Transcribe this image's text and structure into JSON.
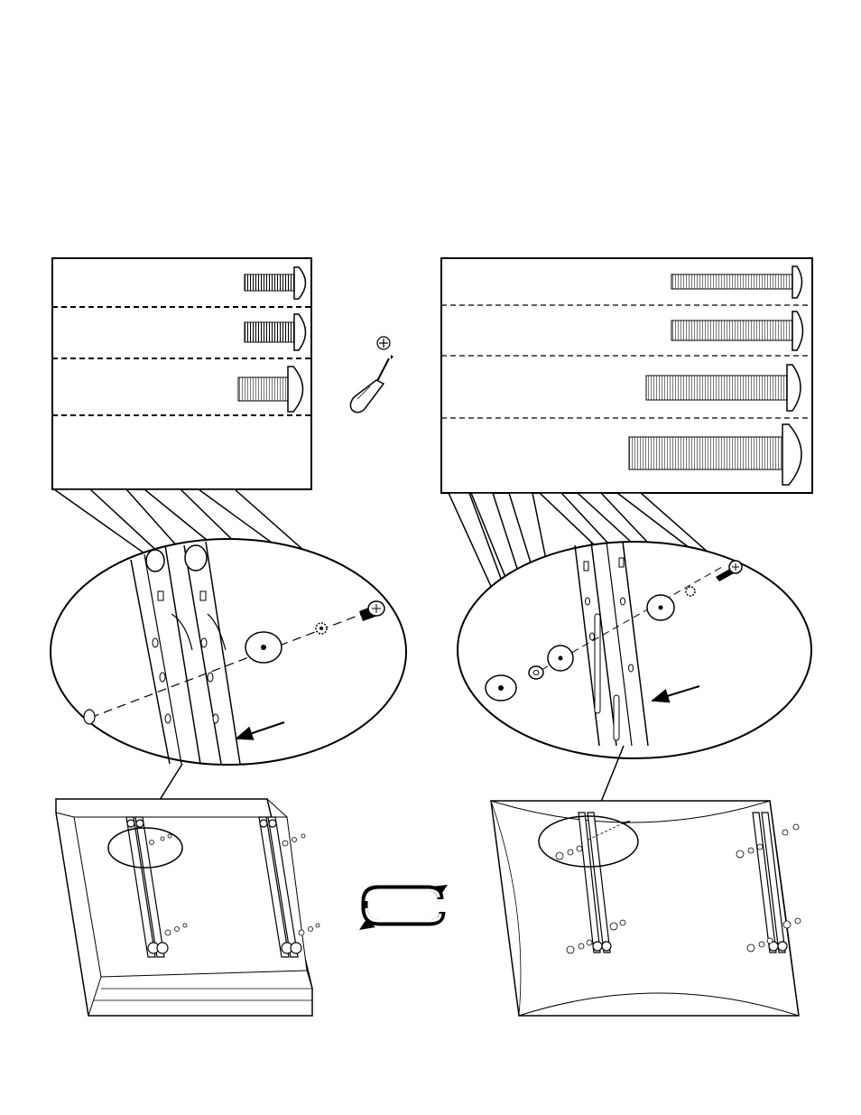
{
  "figure": {
    "kind": "assembly-diagram",
    "colors": {
      "line": "#000000",
      "fill": "#ffffff",
      "shade": "#e6e6e6"
    },
    "left_panel": {
      "hardware_rows": [
        {
          "item": "screw-small"
        },
        {
          "item": "screw-medium"
        },
        {
          "item": "screw-large"
        },
        {
          "item": "empty-row"
        }
      ],
      "tool": "phillips-screwdriver-icon",
      "detail_parts": [
        "washer",
        "lock-washer",
        "screw"
      ]
    },
    "right_panel": {
      "hardware_rows": [
        {
          "item": "long-screw-1"
        },
        {
          "item": "long-screw-2"
        },
        {
          "item": "long-screw-3"
        },
        {
          "item": "long-screw-4"
        }
      ],
      "detail_parts": [
        "large-washer",
        "spacer",
        "washer",
        "washer",
        "lock-washer",
        "screw"
      ]
    },
    "center_icon": "reverse-orientation-icon"
  }
}
